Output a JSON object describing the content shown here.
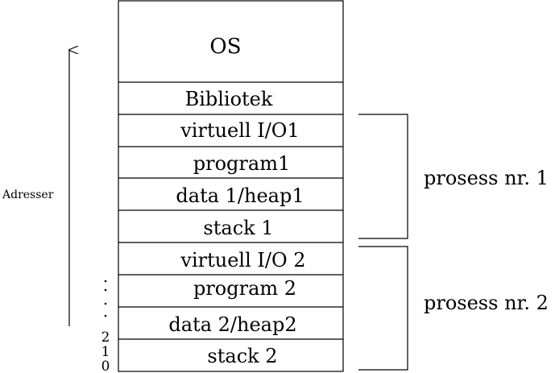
{
  "segments": [
    {
      "label": "OS"
    },
    {
      "label": "Bibliotek"
    },
    {
      "label": "virtuell I/O1"
    },
    {
      "label": "program1"
    },
    {
      "label": "data 1/heap1"
    },
    {
      "label": "stack 1"
    },
    {
      "label": "virtuell I/O 2"
    },
    {
      "label": "program 2"
    },
    {
      "label": "data 2/heap2"
    },
    {
      "label": "stack 2"
    }
  ],
  "process_labels": {
    "p1": "prosess nr. 1",
    "p2": "prosess nr. 2"
  },
  "axis_label": "Adresser",
  "addresses": {
    "a2": "2",
    "a1": "1",
    "a0": "0"
  }
}
